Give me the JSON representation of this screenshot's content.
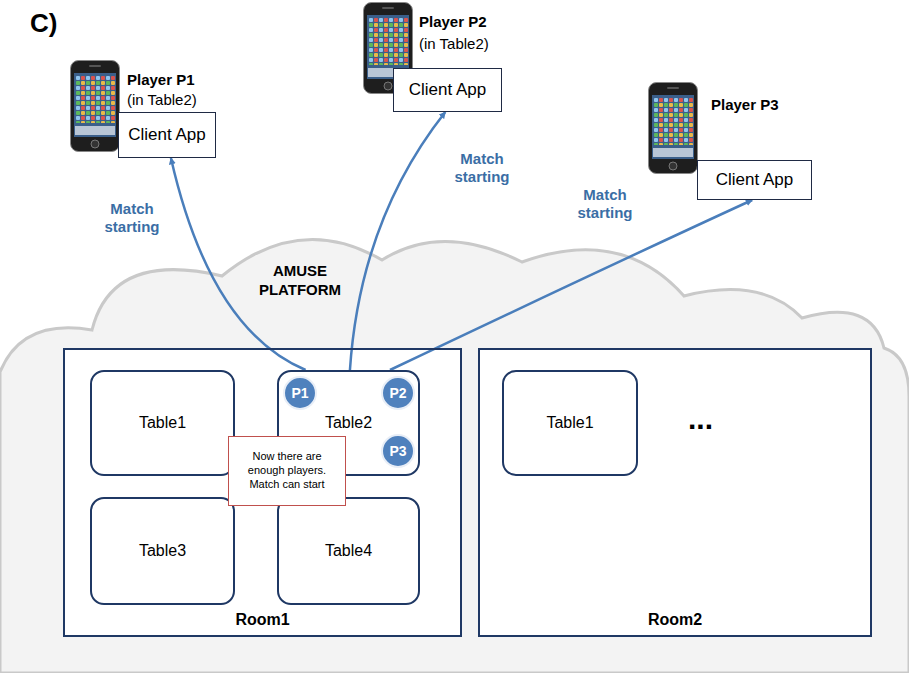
{
  "diagram": {
    "nodes": [
      {
        "text": [
          "Player P1",
          "(in Table2)",
          "Client App"
        ]
      },
      {
        "text": [
          "Player P2",
          "(in Table2)",
          "Client App"
        ]
      },
      {
        "text": [
          "Player P3",
          "Client App"
        ]
      },
      {
        "text": [
          "Room1"
        ]
      },
      {
        "text": [
          "Table1"
        ],
        "in": 3
      },
      {
        "text": [
          "Table2"
        ],
        "in": 3
      },
      {
        "text": [
          "P1"
        ],
        "in": 5
      },
      {
        "text": [
          "P2"
        ],
        "in": 5
      },
      {
        "text": [
          "P3"
        ],
        "in": 5
      },
      {
        "text": [
          "Table3"
        ],
        "in": 3
      },
      {
        "text": [
          "Table4"
        ],
        "in": 3
      },
      {
        "text": [
          "Now there are enough players. Match can start"
        ],
        "in": 3
      },
      {
        "text": [
          "Room2"
        ]
      },
      {
        "text": [
          "Table1"
        ],
        "in": 12
      }
    ],
    "edges": [
      {
        "from": 5,
        "to": 0,
        "arrow": "to",
        "label": "Match starting"
      },
      {
        "from": 5,
        "to": 1,
        "arrow": "to",
        "label": "Match starting"
      },
      {
        "from": 5,
        "to": 2,
        "arrow": "to",
        "label": "Match starting"
      }
    ],
    "labels": [
      "C)",
      "AMUSE PLATFORM",
      "..."
    ]
  }
}
